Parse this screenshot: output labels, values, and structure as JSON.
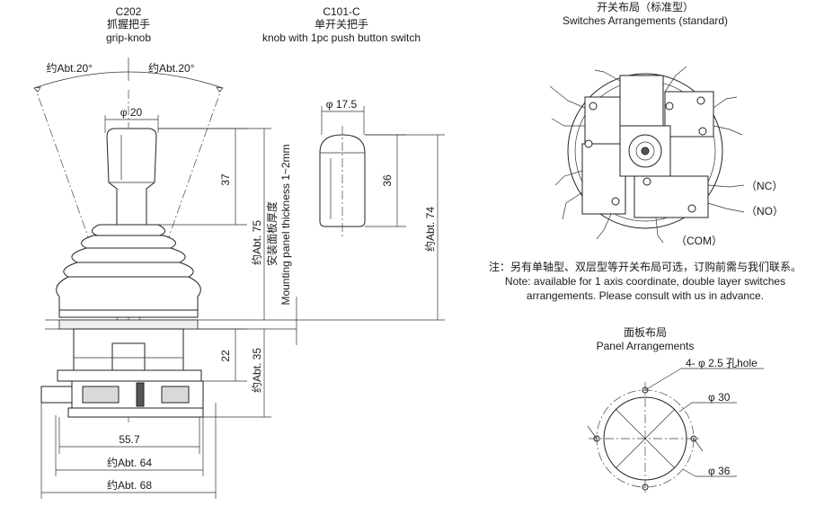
{
  "grip_knob": {
    "code": "C202",
    "name_cn": "抓握把手",
    "name_en": "grip-knob",
    "angle_left": "约Abt.20°",
    "angle_right": "约Abt.20°",
    "dia_top": "φ 20",
    "dim_37": "37",
    "dim_75": "约Abt. 75",
    "dim_22": "22",
    "dim_35": "约Abt. 35",
    "dim_557": "55.7",
    "dim_64": "约Abt. 64",
    "dim_68": "约Abt. 68",
    "panel_cn": "安装面板厚度",
    "panel_en": "Mounting panel thickness 1~2mm"
  },
  "knob_switch": {
    "code": "C101-C",
    "name_cn": "单开关把手",
    "name_en": "knob with 1pc push button switch",
    "dia": "φ 17.5",
    "dim_36": "36",
    "dim_74": "约Abt. 74"
  },
  "switch_arrangement": {
    "title_cn": "开关布局（标准型）",
    "title_en": "Switches Arrangements (standard)",
    "label_nc": "（NC）",
    "label_no": "（NO）",
    "label_com": "（COM）"
  },
  "note": {
    "cn": "注：另有单轴型、双层型等开关布局可选，订购前需与我们联系。",
    "en_line1": "Note: available for 1 axis coordinate, double layer switches",
    "en_line2": "arrangements. Please consult with us in advance."
  },
  "panel_arrangement": {
    "title_cn": "面板布局",
    "title_en": "Panel Arrangements",
    "holes": "4- φ 2.5 孔hole",
    "dia_30": "φ 30",
    "dia_36": "φ 36"
  }
}
